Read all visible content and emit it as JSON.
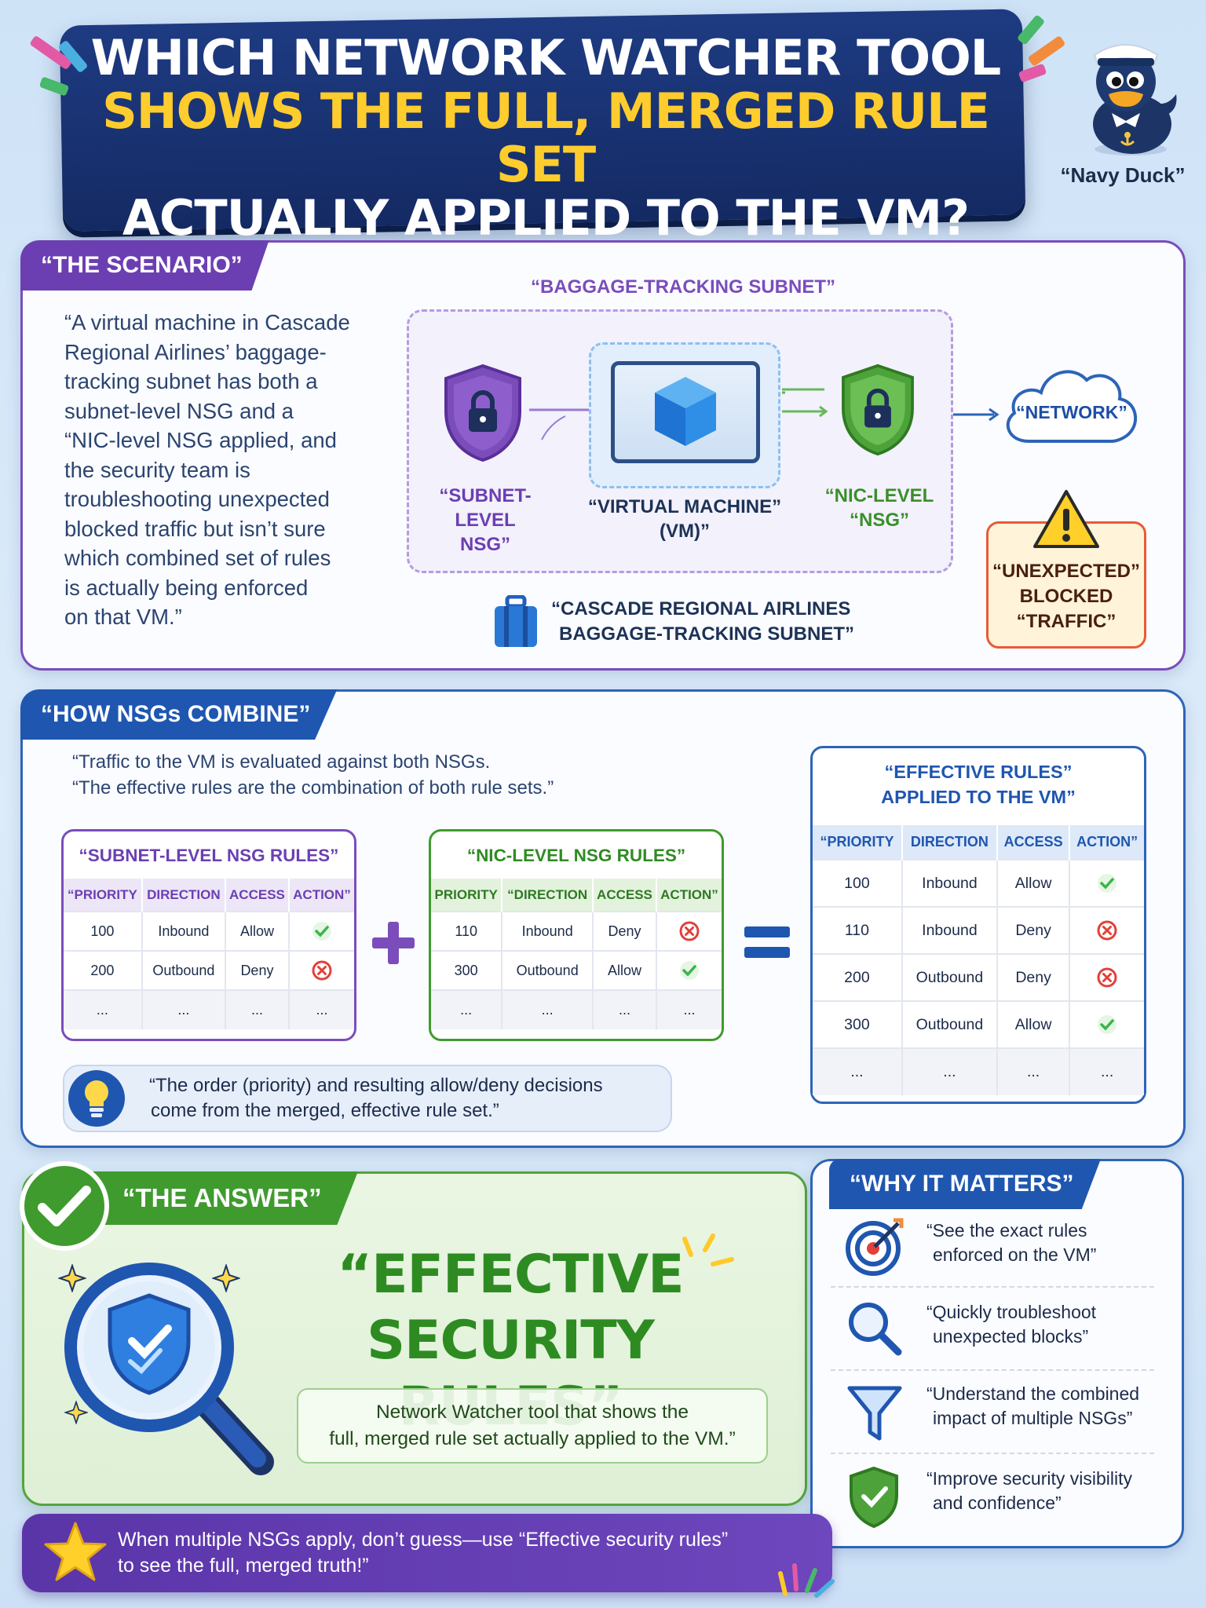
{
  "header": {
    "line1": "WHICH NETWORK WATCHER TOOL",
    "line2": "SHOWS THE FULL, MERGED RULE SET",
    "line3": "ACTUALLY APPLIED TO THE VM?",
    "mascot_caption": "“Navy Duck”"
  },
  "scenario": {
    "tab_label": "“THE SCENARIO”",
    "paragraph_lines": [
      "“A virtual machine in Cascade",
      "Regional Airlines’ baggage-",
      "tracking subnet has both a",
      "subnet-level NSG and a",
      "“NIC-level NSG applied, and",
      "the security team is",
      "troubleshooting unexpected",
      "blocked traffic but isn’t sure",
      "which combined set of rules",
      "is actually being enforced",
      "on that VM.”"
    ],
    "diagram": {
      "subnet_label": "“BAGGAGE-TRACKING SUBNET”",
      "subnet_nsg_label": [
        "“SUBNET-LEVEL",
        "NSG”"
      ],
      "vm_label": [
        "“VIRTUAL MACHINE”",
        "(VM)”"
      ],
      "nic_nsg_label": [
        "“NIC-LEVEL",
        "“NSG”"
      ],
      "network_label": "“NETWORK”",
      "warning_label": [
        "“UNEXPECTED”",
        "BLOCKED",
        "“TRAFFIC”"
      ],
      "airline_label": [
        "“CASCADE REGIONAL AIRLINES",
        "BAGGAGE-TRACKING SUBNET”"
      ]
    }
  },
  "combine": {
    "tab_label": "“HOW NSGs COMBINE”",
    "intro_lines": [
      "“Traffic to the VM is evaluated against both NSGs.",
      "“The effective rules are the combination of both rule sets.”"
    ],
    "subnet_table": {
      "title": "“SUBNET-LEVEL NSG RULES”",
      "headers": [
        "“PRIORITY",
        "DIRECTION",
        "ACCESS",
        "ACTION”"
      ],
      "rows": [
        [
          "100",
          "Inbound",
          "Allow",
          "allow"
        ],
        [
          "200",
          "Outbound",
          "Deny",
          "deny"
        ],
        [
          "...",
          "...",
          "...",
          "..."
        ]
      ]
    },
    "nic_table": {
      "title": "“NIC-LEVEL NSG RULES”",
      "headers": [
        "PRIORITY",
        "“DIRECTION",
        "ACCESS",
        "ACTION”"
      ],
      "rows": [
        [
          "110",
          "Inbound",
          "Deny",
          "deny"
        ],
        [
          "300",
          "Outbound",
          "Allow",
          "allow"
        ],
        [
          "...",
          "...",
          "...",
          "..."
        ]
      ]
    },
    "effective_table": {
      "title_lines": [
        "“EFFECTIVE RULES”",
        "APPLIED TO THE VM”"
      ],
      "headers": [
        "“PRIORITY",
        "DIRECTION",
        "ACCESS",
        "ACTION”"
      ],
      "rows": [
        [
          "100",
          "Inbound",
          "Allow",
          "allow"
        ],
        [
          "110",
          "Inbound",
          "Deny",
          "deny"
        ],
        [
          "200",
          "Outbound",
          "Deny",
          "deny"
        ],
        [
          "300",
          "Outbound",
          "Allow",
          "allow"
        ],
        [
          "...",
          "...",
          "...",
          "..."
        ]
      ]
    },
    "tip_lines": [
      "“The order (priority) and resulting allow/deny decisions",
      "come from the merged, effective rule set.”"
    ]
  },
  "answer": {
    "tab_label": "“THE ANSWER”",
    "title_lines": [
      "“EFFECTIVE",
      "SECURITY RULES”"
    ],
    "description_lines": [
      "Network Watcher tool that shows the",
      "full, merged rule set actually applied to the VM.”"
    ]
  },
  "why": {
    "tab_label": "“WHY IT MATTERS”",
    "items": [
      {
        "icon": "target-icon",
        "lines": [
          "“See the exact rules",
          "enforced on the VM”"
        ]
      },
      {
        "icon": "magnifier-icon",
        "lines": [
          "“Quickly troubleshoot",
          "unexpected blocks”"
        ]
      },
      {
        "icon": "funnel-icon",
        "lines": [
          "“Understand the combined",
          "impact of multiple NSGs”"
        ]
      },
      {
        "icon": "shield-check-icon",
        "lines": [
          "“Improve security visibility",
          "and confidence”"
        ]
      }
    ]
  },
  "footer": {
    "lines": [
      "When multiple NSGs apply, don’t guess—use “Effective security rules”",
      "to see the full, merged truth!”"
    ]
  },
  "colors": {
    "navy": "#1e3b82",
    "yellow": "#ffcc2e",
    "purple": "#7a4dbb",
    "green": "#3f9b2e",
    "blue": "#2d64b8",
    "allow": "#3ab54a",
    "deny": "#e0413a",
    "warning": "#e95a36"
  }
}
